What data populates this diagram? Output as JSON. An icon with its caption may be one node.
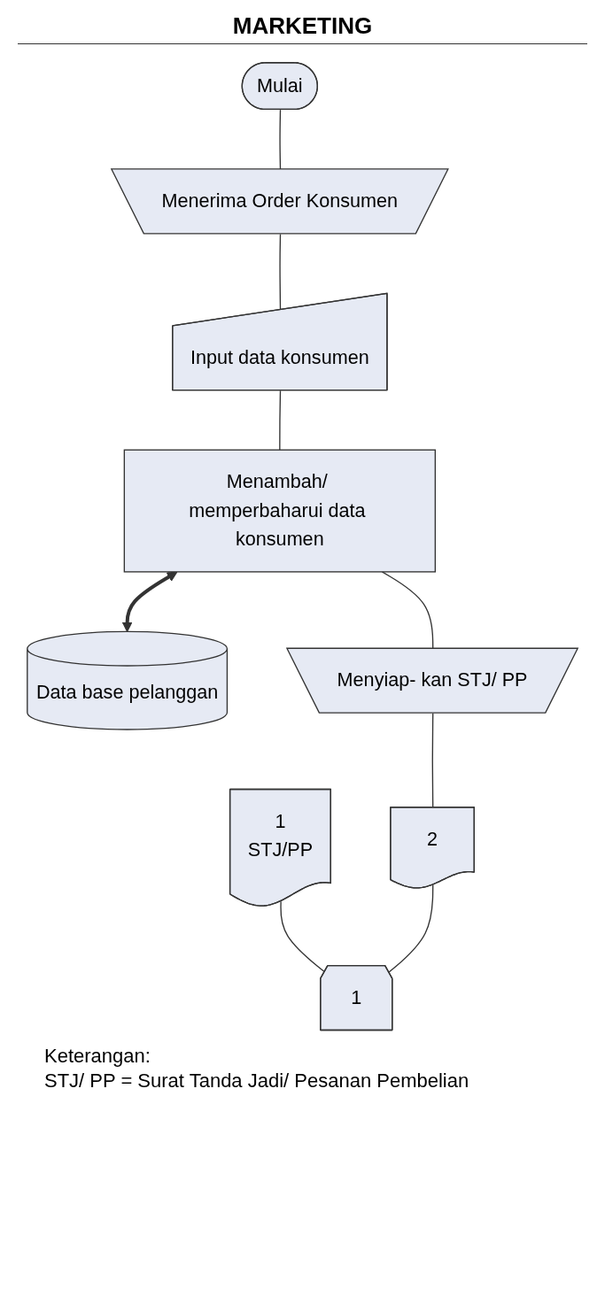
{
  "diagram": {
    "title": "MARKETING",
    "nodes": [
      {
        "text": [
          "Mulai"
        ]
      },
      {
        "text": [
          "Menerima Order Konsumen"
        ]
      },
      {
        "text": [
          "Input data konsumen"
        ]
      },
      {
        "text": [
          "Menambah/ memperbaharui data konsumen"
        ]
      },
      {
        "text": [
          "Data base pelanggan"
        ]
      },
      {
        "text": [
          "Menyiap- kan STJ/ PP"
        ]
      },
      {
        "text": [
          "2"
        ]
      },
      {
        "text": [
          "1",
          "STJ/PP"
        ]
      },
      {
        "text": [
          "1"
        ]
      }
    ],
    "edges": [
      {
        "from": 0,
        "to": 1,
        "arrow": "none"
      },
      {
        "from": 1,
        "to": 2,
        "arrow": "none"
      },
      {
        "from": 2,
        "to": 3,
        "arrow": "none"
      },
      {
        "from": 3,
        "to": 4,
        "arrow": "both",
        "style": "thick"
      },
      {
        "from": 3,
        "to": 5,
        "arrow": "none"
      },
      {
        "from": 5,
        "to": 6,
        "arrow": "none"
      },
      {
        "from": 7,
        "to": 8,
        "arrow": "none"
      },
      {
        "from": 6,
        "to": 8,
        "arrow": "none"
      }
    ],
    "labels": [
      "Keterangan:",
      "STJ/ PP = Surat Tanda Jadi/ Pesanan Pembelian"
    ]
  }
}
